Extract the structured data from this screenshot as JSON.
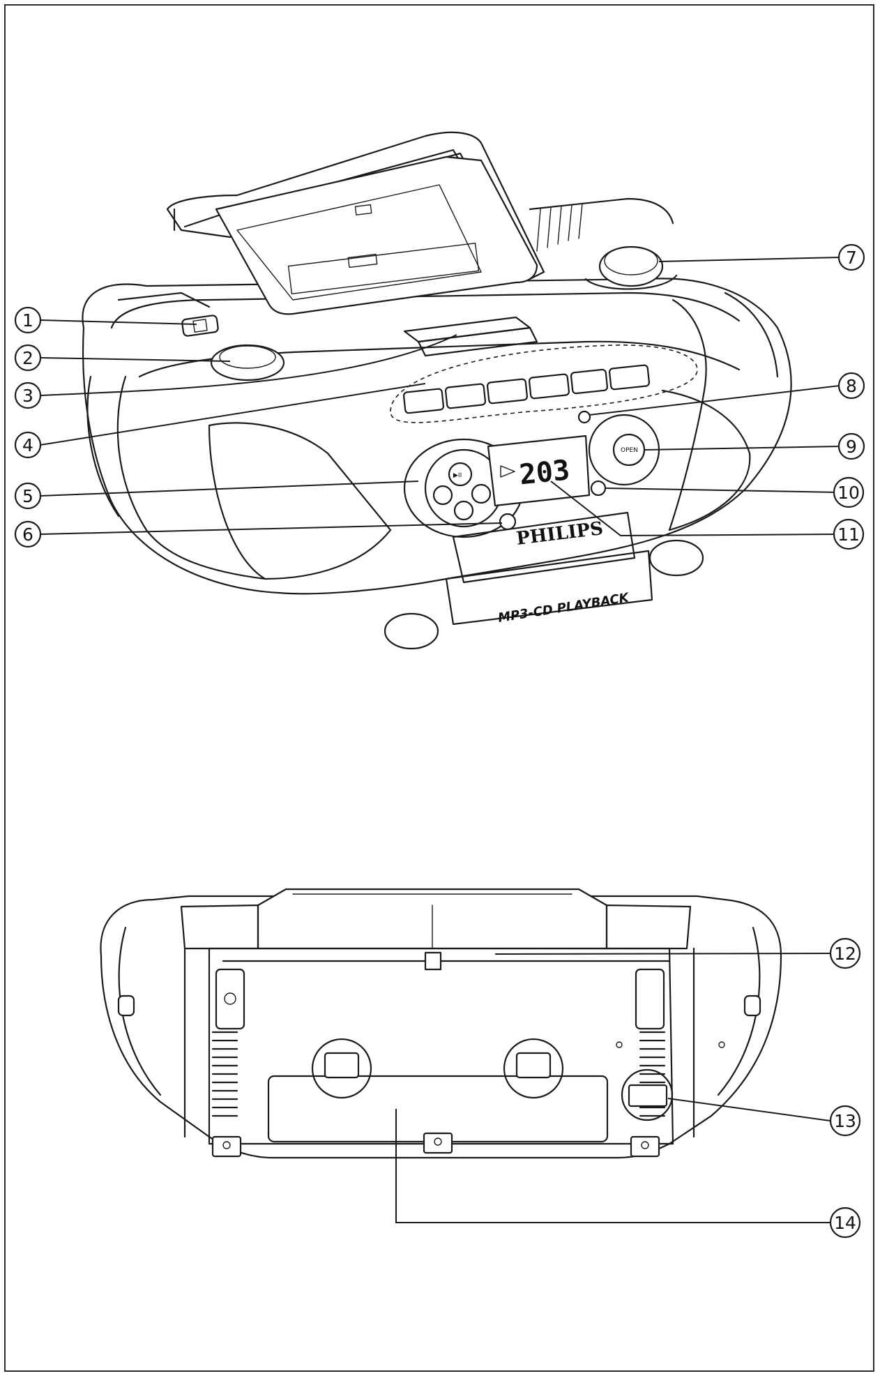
{
  "front_view": {
    "brand_label": "PHILIPS",
    "model_label": "MP3-CD PLAYBACK",
    "display_readout": "203",
    "play_pause_label": "▶II",
    "open_label": "OPEN"
  },
  "callouts": [
    {
      "number": "1"
    },
    {
      "number": "2"
    },
    {
      "number": "3"
    },
    {
      "number": "4"
    },
    {
      "number": "5"
    },
    {
      "number": "6"
    },
    {
      "number": "7"
    },
    {
      "number": "8"
    },
    {
      "number": "9"
    },
    {
      "number": "10"
    },
    {
      "number": "11"
    },
    {
      "number": "12"
    },
    {
      "number": "13"
    },
    {
      "number": "14"
    }
  ],
  "colors": {
    "line": "#1a1a1a",
    "background": "#ffffff"
  }
}
